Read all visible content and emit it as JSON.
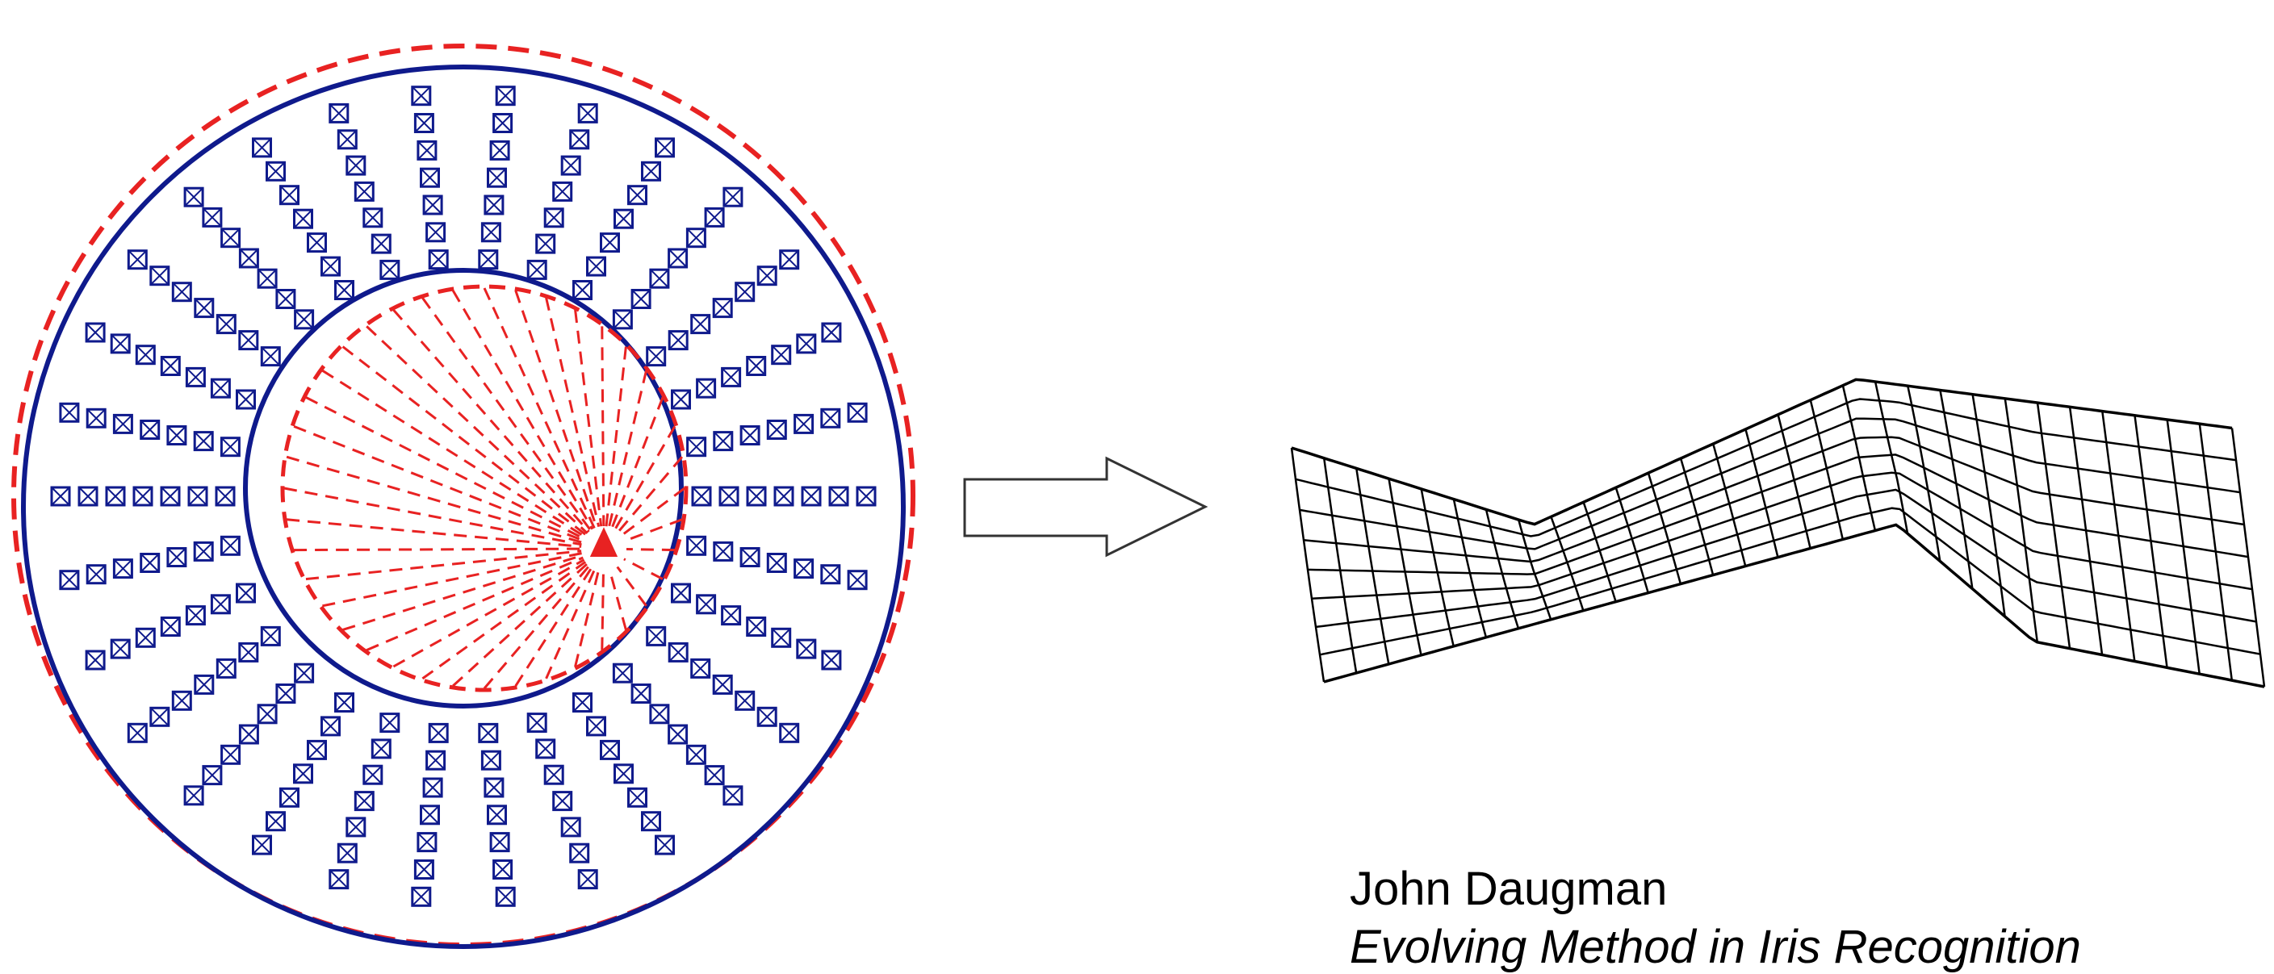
{
  "caption": {
    "author": "John Daugman",
    "reference": "Evolving Method in Iris Recognition"
  },
  "colors": {
    "iris_boundary": "#0f1a8c",
    "pupil_mapping": "#e82222",
    "grid_lines": "#000000",
    "background": "#ffffff"
  },
  "diagram": {
    "sampling_rays": 30,
    "samples_per_ray": 7,
    "pupil_rays": 40,
    "unwrapped_grid_columns": 29,
    "unwrapped_grid_rows": 8
  }
}
